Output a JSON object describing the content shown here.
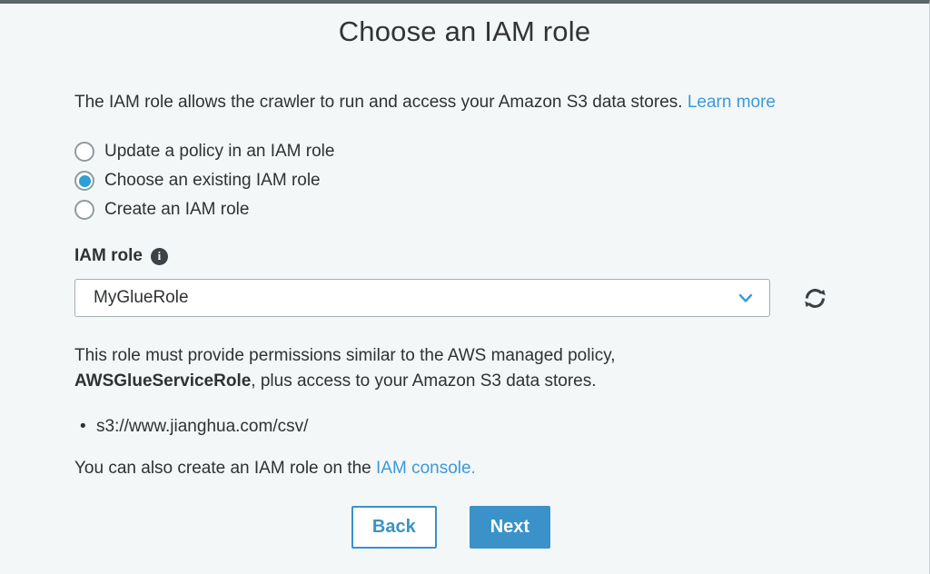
{
  "page": {
    "title": "Choose an IAM role"
  },
  "intro": {
    "text": "The IAM role allows the crawler to run and access your Amazon S3 data stores. ",
    "link_label": "Learn more"
  },
  "radio_group": {
    "options": [
      {
        "label": "Update a policy in an IAM role",
        "selected": false
      },
      {
        "label": "Choose an existing IAM role",
        "selected": true
      },
      {
        "label": "Create an IAM role",
        "selected": false
      }
    ]
  },
  "iam_role_field": {
    "label": "IAM role",
    "selected_value": "MyGlueRole"
  },
  "permissions_note": {
    "text_before": "This role must provide permissions similar to the AWS managed policy, ",
    "bold": "AWSGlueServiceRole",
    "text_after": ", plus access to your Amazon S3 data stores."
  },
  "data_stores": [
    "s3://www.jianghua.com/csv/"
  ],
  "footer_note": {
    "text": "You can also create an IAM role on the ",
    "link_label": "IAM console."
  },
  "actions": {
    "back_label": "Back",
    "next_label": "Next"
  },
  "icons": {
    "info": "i",
    "bullet": "•"
  },
  "colors": {
    "accent_blue": "#3a92c8",
    "link_blue": "#3b99d9",
    "radio_selected_blue": "#2d9ed8",
    "background": "#f4f7f7",
    "top_bar": "#5b6568",
    "text": "#2f3133"
  }
}
